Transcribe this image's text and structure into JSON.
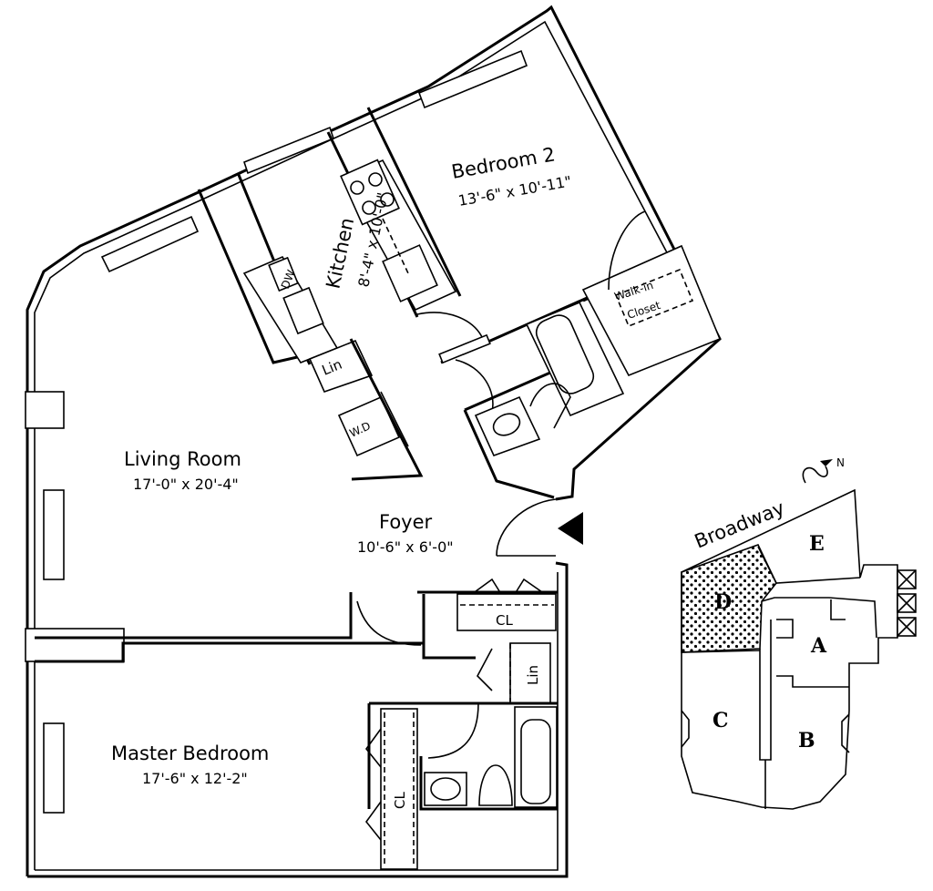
{
  "rooms": {
    "bedroom2": {
      "name": "Bedroom 2",
      "dims": "13'-6\" x 10'-11\""
    },
    "kitchen": {
      "name": "Kitchen",
      "dims": "8'-4\" x 10'-0\""
    },
    "living_room": {
      "name": "Living Room",
      "dims": "17'-0\" x 20'-4\""
    },
    "foyer": {
      "name": "Foyer",
      "dims": "10'-6\" x 6'-0\""
    },
    "master_bedroom": {
      "name": "Master Bedroom",
      "dims": "17'-6\" x 12'-2\""
    }
  },
  "fixtures": {
    "walk_in_closet_line1": "Walk-in",
    "walk_in_closet_line2": "Closet",
    "dishwasher": "DW",
    "linen_kitchen": "Lin",
    "washer_dryer": "W.D",
    "foyer_closet": "CL",
    "linen_hall": "Lin",
    "master_closet": "CL"
  },
  "key_plan": {
    "street": "Broadway",
    "units": [
      "A",
      "B",
      "C",
      "D",
      "E"
    ],
    "highlighted_unit": "D"
  }
}
